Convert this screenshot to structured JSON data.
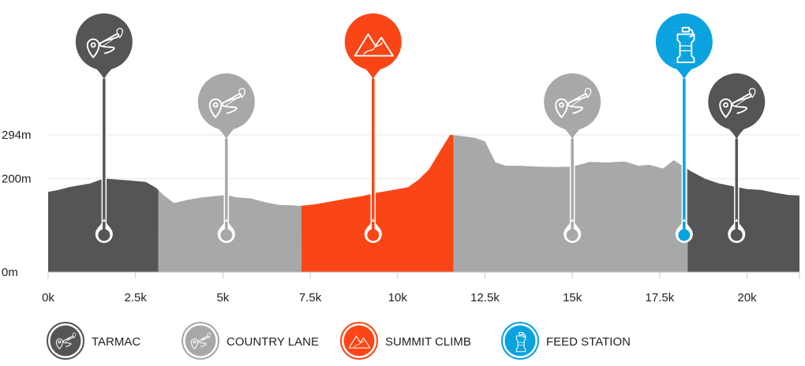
{
  "chart_data": {
    "type": "area",
    "title": "",
    "xlabel": "",
    "ylabel": "",
    "xlim": [
      0,
      21.5
    ],
    "ylim": [
      0,
      294
    ],
    "x_ticks": [
      0,
      2.5,
      5,
      7.5,
      10,
      12.5,
      15,
      17.5,
      20
    ],
    "x_tick_labels": [
      "0k",
      "2.5k",
      "5k",
      "7.5k",
      "10k",
      "12.5k",
      "15k",
      "17.5k",
      "20k"
    ],
    "y_ticks": [
      0,
      200,
      294
    ],
    "y_tick_labels": [
      "0m",
      "200m",
      "294m"
    ],
    "grid": "horizontal",
    "profile": [
      [
        0,
        172
      ],
      [
        0.3,
        176
      ],
      [
        0.6,
        182
      ],
      [
        0.9,
        186
      ],
      [
        1.2,
        190
      ],
      [
        1.5,
        198
      ],
      [
        1.7,
        200
      ],
      [
        2.0,
        198
      ],
      [
        2.4,
        196
      ],
      [
        2.8,
        193
      ],
      [
        3.1,
        180
      ],
      [
        3.3,
        165
      ],
      [
        3.6,
        148
      ],
      [
        4.0,
        155
      ],
      [
        4.4,
        160
      ],
      [
        4.8,
        163
      ],
      [
        5.1,
        165
      ],
      [
        5.4,
        160
      ],
      [
        5.8,
        158
      ],
      [
        6.2,
        150
      ],
      [
        6.6,
        144
      ],
      [
        7.0,
        143
      ],
      [
        7.2,
        142
      ],
      [
        7.6,
        145
      ],
      [
        8.0,
        150
      ],
      [
        8.5,
        157
      ],
      [
        9.0,
        163
      ],
      [
        9.4,
        170
      ],
      [
        9.8,
        175
      ],
      [
        10.3,
        182
      ],
      [
        10.6,
        198
      ],
      [
        10.9,
        220
      ],
      [
        11.1,
        245
      ],
      [
        11.3,
        270
      ],
      [
        11.5,
        294
      ],
      [
        11.8,
        292
      ],
      [
        12.2,
        288
      ],
      [
        12.5,
        280
      ],
      [
        12.8,
        235
      ],
      [
        13.1,
        228
      ],
      [
        13.5,
        228
      ],
      [
        14.0,
        226
      ],
      [
        14.5,
        225
      ],
      [
        15.0,
        226
      ],
      [
        15.5,
        236
      ],
      [
        16.0,
        235
      ],
      [
        16.5,
        237
      ],
      [
        16.9,
        228
      ],
      [
        17.2,
        230
      ],
      [
        17.6,
        222
      ],
      [
        17.9,
        240
      ],
      [
        18.1,
        230
      ],
      [
        18.4,
        216
      ],
      [
        18.8,
        200
      ],
      [
        19.2,
        190
      ],
      [
        19.6,
        184
      ],
      [
        20.0,
        178
      ],
      [
        20.4,
        176
      ],
      [
        20.8,
        170
      ],
      [
        21.2,
        165
      ],
      [
        21.5,
        164
      ]
    ],
    "sections": [
      {
        "type": "Tarmac",
        "from": 0,
        "to": 3.15,
        "color": "#555557"
      },
      {
        "type": "Country Lane",
        "from": 3.15,
        "to": 7.25,
        "color": "#a7a8aa"
      },
      {
        "type": "Summit Climb",
        "from": 7.25,
        "to": 11.6,
        "color": "#fa4616"
      },
      {
        "type": "Country Lane",
        "from": 11.6,
        "to": 18.3,
        "color": "#a7a8aa"
      },
      {
        "type": "Tarmac",
        "from": 18.3,
        "to": 21.5,
        "color": "#555557"
      }
    ],
    "markers": [
      {
        "type": "Tarmac",
        "icon": "winding-road-icon",
        "x": 1.6,
        "height": "tall",
        "color": "#555557"
      },
      {
        "type": "Country Lane",
        "icon": "winding-road-icon",
        "x": 5.1,
        "height": "short",
        "color": "#a7a8aa"
      },
      {
        "type": "Summit Climb",
        "icon": "mountain-icon",
        "x": 9.3,
        "height": "tall",
        "color": "#fa4616"
      },
      {
        "type": "Country Lane",
        "icon": "winding-road-icon",
        "x": 15.0,
        "height": "short",
        "color": "#a7a8aa"
      },
      {
        "type": "Feed Station",
        "icon": "water-bottle-icon",
        "x": 18.2,
        "height": "tall",
        "color": "#0aa3e0"
      },
      {
        "type": "Tarmac",
        "icon": "winding-road-icon",
        "x": 19.7,
        "height": "short",
        "color": "#555557"
      }
    ],
    "legend": {
      "placement": "bottom",
      "entries": [
        {
          "label": "TARMAC",
          "icon": "winding-road-icon",
          "color": "#555557"
        },
        {
          "label": "COUNTRY LANE",
          "icon": "winding-road-icon",
          "color": "#a7a8aa"
        },
        {
          "label": "SUMMIT CLIMB",
          "icon": "mountain-icon",
          "color": "#fa4616"
        },
        {
          "label": "FEED STATION",
          "icon": "water-bottle-icon",
          "color": "#0aa3e0"
        }
      ]
    }
  }
}
